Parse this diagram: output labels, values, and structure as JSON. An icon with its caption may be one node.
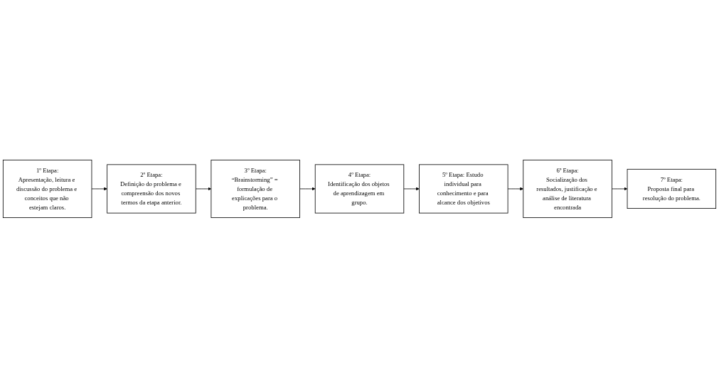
{
  "diagram": {
    "nodes": [
      {
        "text": [
          "1º Etapa:",
          "Apresentação, leitura e discussão do problema e conceitos que não estejam claros."
        ]
      },
      {
        "text": [
          "2º Etapa:",
          "Definição do problema e compreensão dos novos termos da etapa anterior."
        ]
      },
      {
        "text": [
          "3º Etapa:",
          "“Brainstorming” = formulação de explicações para o problema."
        ]
      },
      {
        "text": [
          "4º Etapa:",
          "Identificação dos objetos de aprendizagem em grupo."
        ]
      },
      {
        "text": [
          "5º Etapa: Estudo individual para conhecimento e para alcance dos objetivos"
        ]
      },
      {
        "text": [
          "6º Etapa:",
          "Socialização dos resultados, justificação e análise de literatura encontrada"
        ]
      },
      {
        "text": [
          "7º Etapa:",
          "Proposta final para resolução do problema."
        ]
      }
    ],
    "edges": [
      {
        "from": 0,
        "to": 1,
        "arrow": "to"
      },
      {
        "from": 1,
        "to": 2,
        "arrow": "to"
      },
      {
        "from": 2,
        "to": 3,
        "arrow": "to"
      },
      {
        "from": 3,
        "to": 4,
        "arrow": "to"
      },
      {
        "from": 4,
        "to": 5,
        "arrow": "to"
      },
      {
        "from": 5,
        "to": 6,
        "arrow": "to"
      }
    ]
  }
}
